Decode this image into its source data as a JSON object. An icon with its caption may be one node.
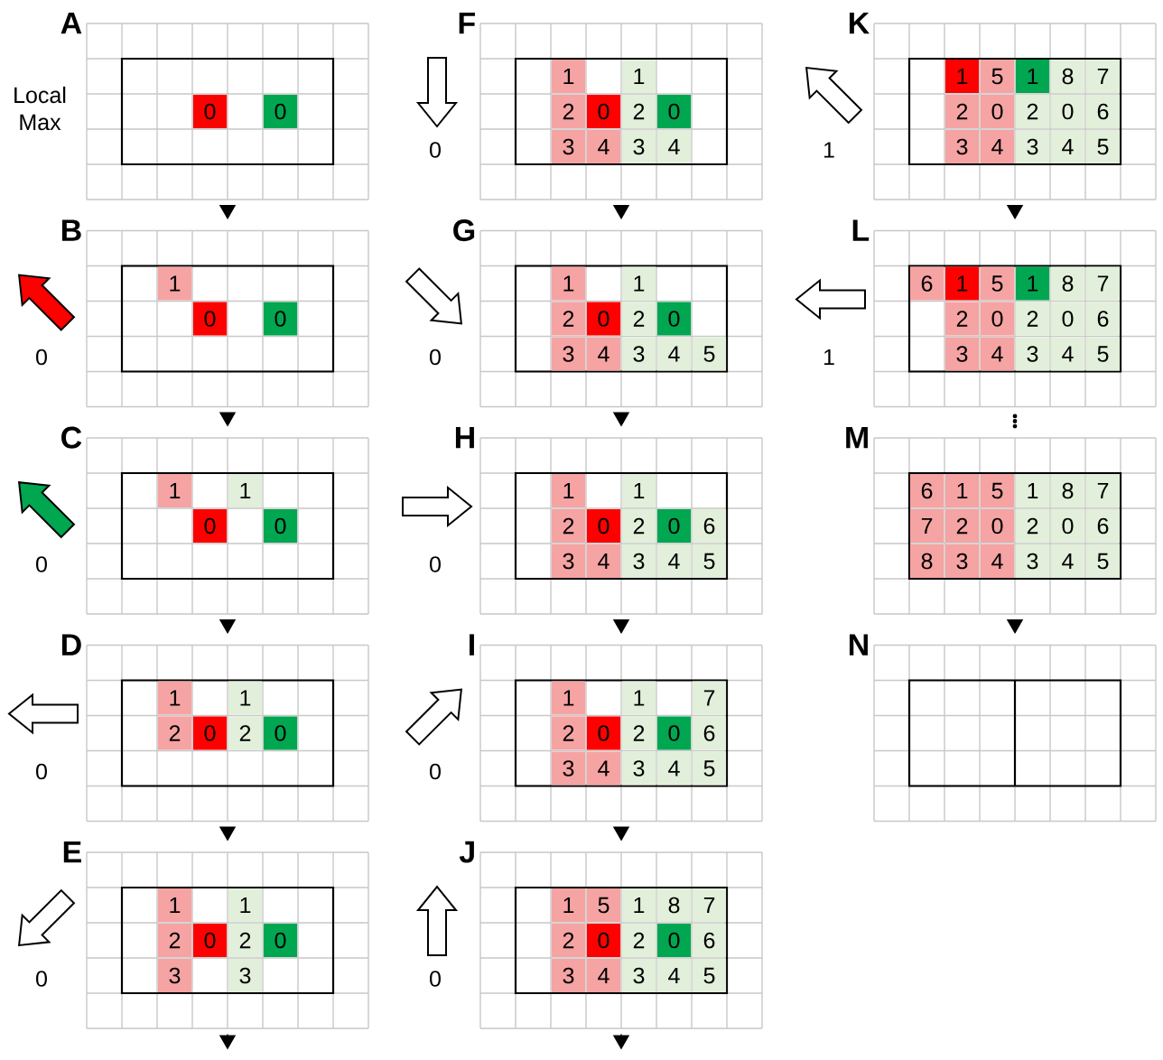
{
  "diagram": {
    "nodes": [
      {
        "text": [
          "A"
        ]
      },
      {
        "text": [
          "0"
        ],
        "in": 0
      },
      {
        "text": [
          "0"
        ],
        "in": 0
      },
      {
        "text": [
          "B"
        ]
      },
      {
        "text": [
          "1"
        ],
        "in": 3
      },
      {
        "text": [
          "0"
        ],
        "in": 3
      },
      {
        "text": [
          "0"
        ],
        "in": 3
      },
      {
        "text": [
          "C"
        ]
      },
      {
        "text": [
          "1"
        ],
        "in": 7
      },
      {
        "text": [
          "1"
        ],
        "in": 7
      },
      {
        "text": [
          "0"
        ],
        "in": 7
      },
      {
        "text": [
          "0"
        ],
        "in": 7
      },
      {
        "text": [
          "D"
        ]
      },
      {
        "text": [
          "1"
        ],
        "in": 12
      },
      {
        "text": [
          "1"
        ],
        "in": 12
      },
      {
        "text": [
          "2"
        ],
        "in": 12
      },
      {
        "text": [
          "0"
        ],
        "in": 12
      },
      {
        "text": [
          "2"
        ],
        "in": 12
      },
      {
        "text": [
          "0"
        ],
        "in": 12
      },
      {
        "text": [
          "E"
        ]
      },
      {
        "text": [
          "1"
        ],
        "in": 19
      },
      {
        "text": [
          "1"
        ],
        "in": 19
      },
      {
        "text": [
          "2"
        ],
        "in": 19
      },
      {
        "text": [
          "0"
        ],
        "in": 19
      },
      {
        "text": [
          "2"
        ],
        "in": 19
      },
      {
        "text": [
          "0"
        ],
        "in": 19
      },
      {
        "text": [
          "3"
        ],
        "in": 19
      },
      {
        "text": [
          "3"
        ],
        "in": 19
      },
      {
        "text": [
          "F"
        ]
      },
      {
        "text": [
          "1"
        ],
        "in": 28
      },
      {
        "text": [
          "1"
        ],
        "in": 28
      },
      {
        "text": [
          "2"
        ],
        "in": 28
      },
      {
        "text": [
          "0"
        ],
        "in": 28
      },
      {
        "text": [
          "2"
        ],
        "in": 28
      },
      {
        "text": [
          "0"
        ],
        "in": 28
      },
      {
        "text": [
          "3"
        ],
        "in": 28
      },
      {
        "text": [
          "4"
        ],
        "in": 28
      },
      {
        "text": [
          "3"
        ],
        "in": 28
      },
      {
        "text": [
          "4"
        ],
        "in": 28
      },
      {
        "text": [
          "G"
        ]
      },
      {
        "text": [
          "1"
        ],
        "in": 39
      },
      {
        "text": [
          "1"
        ],
        "in": 39
      },
      {
        "text": [
          "2"
        ],
        "in": 39
      },
      {
        "text": [
          "0"
        ],
        "in": 39
      },
      {
        "text": [
          "2"
        ],
        "in": 39
      },
      {
        "text": [
          "0"
        ],
        "in": 39
      },
      {
        "text": [
          "3"
        ],
        "in": 39
      },
      {
        "text": [
          "4"
        ],
        "in": 39
      },
      {
        "text": [
          "3"
        ],
        "in": 39
      },
      {
        "text": [
          "4"
        ],
        "in": 39
      },
      {
        "text": [
          "5"
        ],
        "in": 39
      },
      {
        "text": [
          "H"
        ]
      },
      {
        "text": [
          "1"
        ],
        "in": 51
      },
      {
        "text": [
          "1"
        ],
        "in": 51
      },
      {
        "text": [
          "2"
        ],
        "in": 51
      },
      {
        "text": [
          "0"
        ],
        "in": 51
      },
      {
        "text": [
          "2"
        ],
        "in": 51
      },
      {
        "text": [
          "0"
        ],
        "in": 51
      },
      {
        "text": [
          "6"
        ],
        "in": 51
      },
      {
        "text": [
          "3"
        ],
        "in": 51
      },
      {
        "text": [
          "4"
        ],
        "in": 51
      },
      {
        "text": [
          "3"
        ],
        "in": 51
      },
      {
        "text": [
          "4"
        ],
        "in": 51
      },
      {
        "text": [
          "5"
        ],
        "in": 51
      },
      {
        "text": [
          "I"
        ]
      },
      {
        "text": [
          "1"
        ],
        "in": 64
      },
      {
        "text": [
          "1"
        ],
        "in": 64
      },
      {
        "text": [
          "7"
        ],
        "in": 64
      },
      {
        "text": [
          "2"
        ],
        "in": 64
      },
      {
        "text": [
          "0"
        ],
        "in": 64
      },
      {
        "text": [
          "2"
        ],
        "in": 64
      },
      {
        "text": [
          "0"
        ],
        "in": 64
      },
      {
        "text": [
          "6"
        ],
        "in": 64
      },
      {
        "text": [
          "3"
        ],
        "in": 64
      },
      {
        "text": [
          "4"
        ],
        "in": 64
      },
      {
        "text": [
          "3"
        ],
        "in": 64
      },
      {
        "text": [
          "4"
        ],
        "in": 64
      },
      {
        "text": [
          "5"
        ],
        "in": 64
      },
      {
        "text": [
          "J"
        ]
      },
      {
        "text": [
          "1"
        ],
        "in": 78
      },
      {
        "text": [
          "5"
        ],
        "in": 78
      },
      {
        "text": [
          "1"
        ],
        "in": 78
      },
      {
        "text": [
          "8"
        ],
        "in": 78
      },
      {
        "text": [
          "7"
        ],
        "in": 78
      },
      {
        "text": [
          "2"
        ],
        "in": 78
      },
      {
        "text": [
          "0"
        ],
        "in": 78
      },
      {
        "text": [
          "2"
        ],
        "in": 78
      },
      {
        "text": [
          "0"
        ],
        "in": 78
      },
      {
        "text": [
          "6"
        ],
        "in": 78
      },
      {
        "text": [
          "3"
        ],
        "in": 78
      },
      {
        "text": [
          "4"
        ],
        "in": 78
      },
      {
        "text": [
          "3"
        ],
        "in": 78
      },
      {
        "text": [
          "4"
        ],
        "in": 78
      },
      {
        "text": [
          "5"
        ],
        "in": 78
      },
      {
        "text": [
          "K"
        ]
      },
      {
        "text": [
          "1"
        ],
        "in": 94
      },
      {
        "text": [
          "5"
        ],
        "in": 94
      },
      {
        "text": [
          "1"
        ],
        "in": 94
      },
      {
        "text": [
          "8"
        ],
        "in": 94
      },
      {
        "text": [
          "7"
        ],
        "in": 94
      },
      {
        "text": [
          "2"
        ],
        "in": 94
      },
      {
        "text": [
          "0"
        ],
        "in": 94
      },
      {
        "text": [
          "2"
        ],
        "in": 94
      },
      {
        "text": [
          "0"
        ],
        "in": 94
      },
      {
        "text": [
          "6"
        ],
        "in": 94
      },
      {
        "text": [
          "3"
        ],
        "in": 94
      },
      {
        "text": [
          "4"
        ],
        "in": 94
      },
      {
        "text": [
          "3"
        ],
        "in": 94
      },
      {
        "text": [
          "4"
        ],
        "in": 94
      },
      {
        "text": [
          "5"
        ],
        "in": 94
      },
      {
        "text": [
          "L"
        ]
      },
      {
        "text": [
          "6"
        ],
        "in": 110
      },
      {
        "text": [
          "1"
        ],
        "in": 110
      },
      {
        "text": [
          "5"
        ],
        "in": 110
      },
      {
        "text": [
          "1"
        ],
        "in": 110
      },
      {
        "text": [
          "8"
        ],
        "in": 110
      },
      {
        "text": [
          "7"
        ],
        "in": 110
      },
      {
        "text": [
          "2"
        ],
        "in": 110
      },
      {
        "text": [
          "0"
        ],
        "in": 110
      },
      {
        "text": [
          "2"
        ],
        "in": 110
      },
      {
        "text": [
          "0"
        ],
        "in": 110
      },
      {
        "text": [
          "6"
        ],
        "in": 110
      },
      {
        "text": [
          "3"
        ],
        "in": 110
      },
      {
        "text": [
          "4"
        ],
        "in": 110
      },
      {
        "text": [
          "3"
        ],
        "in": 110
      },
      {
        "text": [
          "4"
        ],
        "in": 110
      },
      {
        "text": [
          "5"
        ],
        "in": 110
      },
      {
        "text": [
          "M"
        ]
      },
      {
        "text": [
          "6"
        ],
        "in": 127
      },
      {
        "text": [
          "1"
        ],
        "in": 127
      },
      {
        "text": [
          "5"
        ],
        "in": 127
      },
      {
        "text": [
          "1"
        ],
        "in": 127
      },
      {
        "text": [
          "8"
        ],
        "in": 127
      },
      {
        "text": [
          "7"
        ],
        "in": 127
      },
      {
        "text": [
          "7"
        ],
        "in": 127
      },
      {
        "text": [
          "2"
        ],
        "in": 127
      },
      {
        "text": [
          "0"
        ],
        "in": 127
      },
      {
        "text": [
          "2"
        ],
        "in": 127
      },
      {
        "text": [
          "0"
        ],
        "in": 127
      },
      {
        "text": [
          "6"
        ],
        "in": 127
      },
      {
        "text": [
          "8"
        ],
        "in": 127
      },
      {
        "text": [
          "3"
        ],
        "in": 127
      },
      {
        "text": [
          "4"
        ],
        "in": 127
      },
      {
        "text": [
          "3"
        ],
        "in": 127
      },
      {
        "text": [
          "4"
        ],
        "in": 127
      },
      {
        "text": [
          "5"
        ],
        "in": 127
      },
      {
        "text": [
          "N"
        ]
      }
    ],
    "edges": [
      {
        "from": 0,
        "to": 3,
        "arrow": "to"
      },
      {
        "from": 3,
        "to": 7,
        "arrow": "to"
      },
      {
        "from": 7,
        "to": 12,
        "arrow": "to"
      },
      {
        "from": 12,
        "to": 19,
        "arrow": "to"
      },
      {
        "from": 19,
        "to": null,
        "arrow": "to"
      },
      {
        "from": 28,
        "to": 39,
        "arrow": "to"
      },
      {
        "from": 39,
        "to": 51,
        "arrow": "to"
      },
      {
        "from": 51,
        "to": 64,
        "arrow": "to"
      },
      {
        "from": 64,
        "to": 78,
        "arrow": "to"
      },
      {
        "from": 78,
        "to": null,
        "arrow": "to"
      },
      {
        "from": 94,
        "to": 110,
        "arrow": "to"
      },
      {
        "from": 110,
        "to": 127,
        "arrow": "none",
        "style": "dashed"
      },
      {
        "from": 127,
        "to": 146,
        "arrow": "to"
      }
    ],
    "labels": [
      "Local Max",
      "0",
      "0",
      "0",
      "0",
      "0",
      "0",
      "0",
      "0",
      "0",
      "1",
      "1"
    ]
  }
}
